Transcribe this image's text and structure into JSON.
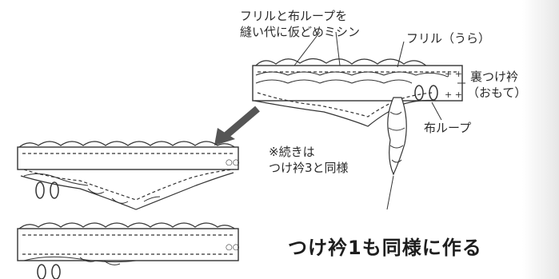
{
  "labels": {
    "instruction_line1": "フリルと布ループを",
    "instruction_line2": "縫い代に仮どめミシン",
    "frill_back": "フリル（うら）",
    "collar_line1": "裏つけ衿",
    "collar_line2": "（おもて）",
    "fabric_loop": "布ループ",
    "note_line1": "※続きは",
    "note_line2": "つけ衿3と同様",
    "caption": "つけ衿1も同様に作る"
  },
  "colors": {
    "line": "#333333",
    "arrow": "#555555",
    "paper": "#ffffff"
  }
}
